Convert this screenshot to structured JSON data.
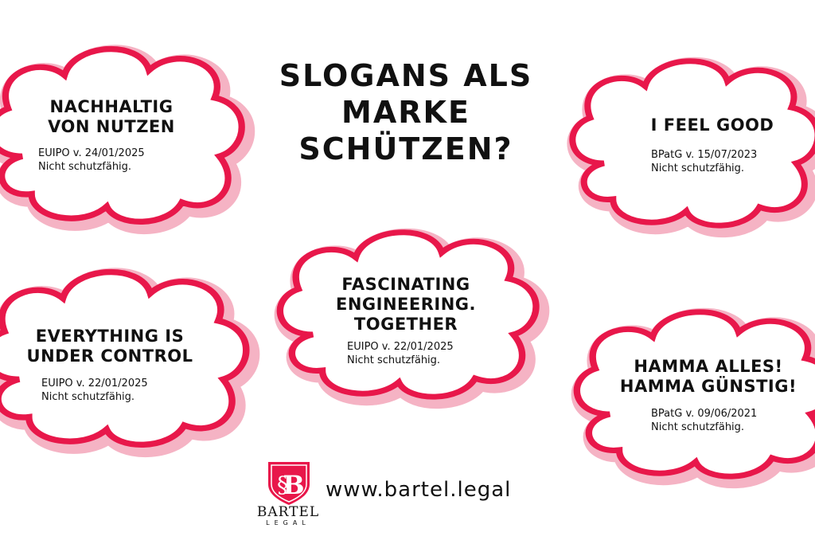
{
  "title": {
    "lines": [
      "SLOGANS ALS",
      "MARKE",
      "SCHÜTZEN?"
    ]
  },
  "clouds": [
    {
      "slogan": [
        "NACHHALTIG",
        "VON NUTZEN"
      ],
      "ruling": [
        "EUIPO v. 24/01/2025",
        "Nicht schutzfähig."
      ]
    },
    {
      "slogan": [
        "I FEEL GOOD"
      ],
      "ruling": [
        "BPatG v. 15/07/2023",
        "Nicht schutzfähig."
      ]
    },
    {
      "slogan": [
        "FASCINATING",
        "ENGINEERING.",
        "TOGETHER"
      ],
      "ruling": [
        "EUIPO v. 22/01/2025",
        "Nicht schutzfähig."
      ]
    },
    {
      "slogan": [
        "EVERYTHING IS",
        "UNDER CONTROL"
      ],
      "ruling": [
        "EUIPO v. 22/01/2025",
        "Nicht schutzfähig."
      ]
    },
    {
      "slogan": [
        "HAMMA ALLES!",
        "HAMMA GÜNSTIG!"
      ],
      "ruling": [
        "BPatG v. 09/06/2021",
        "Nicht schutzfähig."
      ]
    }
  ],
  "footer": {
    "url": "www.bartel.legal",
    "logo_name": "BARTEL",
    "logo_sub": "LEGAL"
  },
  "colors": {
    "cloud_outline": "#e8174a",
    "cloud_shadow": "#f5b3c4",
    "text": "#111111"
  },
  "icons": {
    "logo": "shield-section-b-icon"
  }
}
